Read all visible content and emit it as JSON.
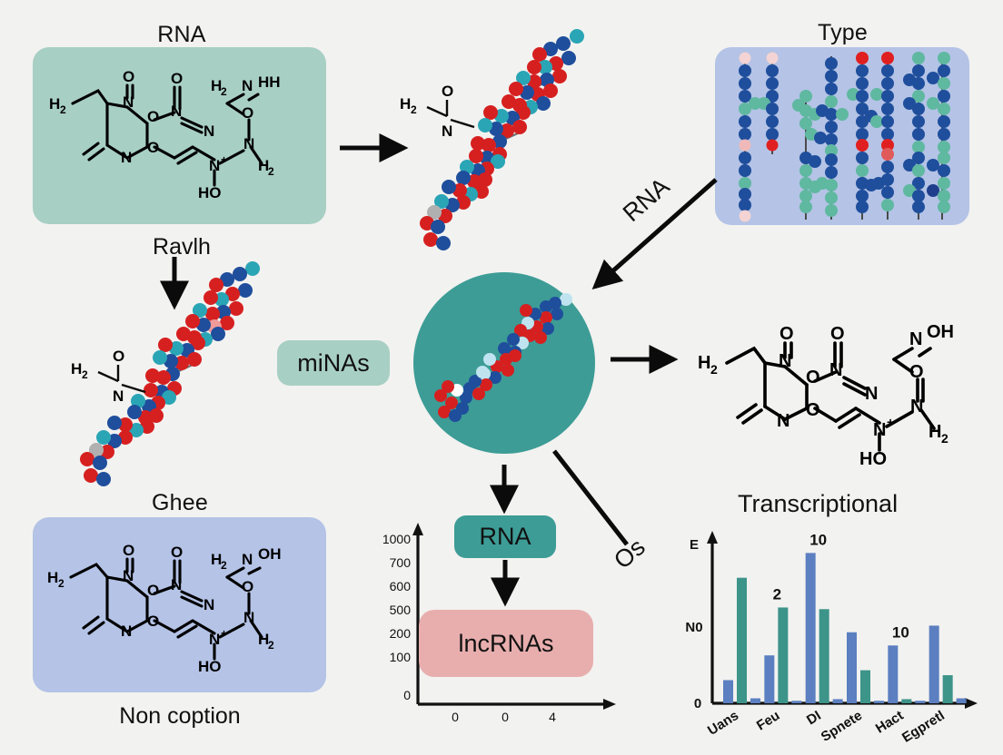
{
  "figure": {
    "background": "#f2f2f0",
    "colors": {
      "panel_green": "#a8cfc4",
      "panel_blue": "#b4c3e6",
      "teal": "#3d9c96",
      "pink": "#e8aeae",
      "bar_blue": "#5b7fc0",
      "bar_teal": "#3d9489",
      "ink": "#0b0b0b"
    }
  },
  "panels": {
    "rna_structure": {
      "title": "RNA",
      "caption": "Ravlh",
      "atoms": [
        "H2",
        "O",
        "O",
        "N",
        "N",
        "N",
        "O",
        "O",
        "N",
        "N",
        "H2",
        "N",
        "HH",
        "O",
        "N",
        "H2",
        "HO"
      ]
    },
    "ghee_structure": {
      "title": "Ghee",
      "caption": "Non coption",
      "atoms": [
        "H2",
        "O",
        "O",
        "N",
        "N",
        "N",
        "O",
        "O",
        "N",
        "N",
        "H2",
        "N",
        "OH",
        "O",
        "N",
        "H2",
        "HO"
      ]
    },
    "type_panel": {
      "title": "Type"
    },
    "right_structure": {
      "atoms": [
        "H2",
        "O",
        "O",
        "N",
        "N",
        "N",
        "O",
        "O",
        "N",
        "N",
        "H2",
        "N",
        "OH",
        "O",
        "N",
        "H2",
        "HO"
      ]
    }
  },
  "labels": {
    "minas_chip": "miNAs",
    "rna_chip": "RNA",
    "lncrnas_chip": "lncRNAs",
    "arrow_rna": "RNA",
    "arrow_os": "Os",
    "molecule_fragment": {
      "h2": "H2",
      "o": "O",
      "n": "N"
    }
  },
  "chart_data": [
    {
      "id": "lncrna-axes-chart",
      "type": "bar",
      "title": "",
      "xlabel": "",
      "ylabel": "",
      "ytick_labels": [
        "1000",
        "700",
        "600",
        "500",
        "200",
        "100",
        "0"
      ],
      "ytick_values": [
        1000,
        700,
        600,
        500,
        200,
        100,
        0
      ],
      "xtick_labels": [
        "0",
        "0",
        "4"
      ],
      "categories": [],
      "values": [],
      "grid": false,
      "note": "Empty axes frame; RNA and lncRNAs flow-chart chips are overlaid on the plot area"
    },
    {
      "id": "transcriptional-bar-chart",
      "type": "bar",
      "title": "Transcriptional",
      "xlabel": "",
      "ylabel": "E",
      "y_axis_labels": [
        "E",
        "N0",
        "0"
      ],
      "categories": [
        "Uans",
        "Feu",
        "DI",
        "Spnete",
        "Hact",
        "Egpretl"
      ],
      "series": [
        {
          "name": "series-1",
          "color": "#5b7fc0",
          "values": [
            14,
            29,
            91,
            43,
            35,
            47
          ]
        },
        {
          "name": "series-2",
          "color": "#3d9489",
          "values": [
            76,
            58,
            57,
            20,
            2.5,
            17
          ]
        },
        {
          "name": "series-3",
          "color": "#5b7fc0",
          "values": [
            3,
            1.5,
            2.5,
            1.5,
            1.5,
            3
          ]
        }
      ],
      "bar_value_labels": [
        {
          "category": "Feu",
          "text": "2"
        },
        {
          "category": "DI",
          "text": "10"
        },
        {
          "category": "Hact",
          "text": "10"
        }
      ],
      "ylim": [
        0,
        100
      ],
      "grid": false
    }
  ]
}
